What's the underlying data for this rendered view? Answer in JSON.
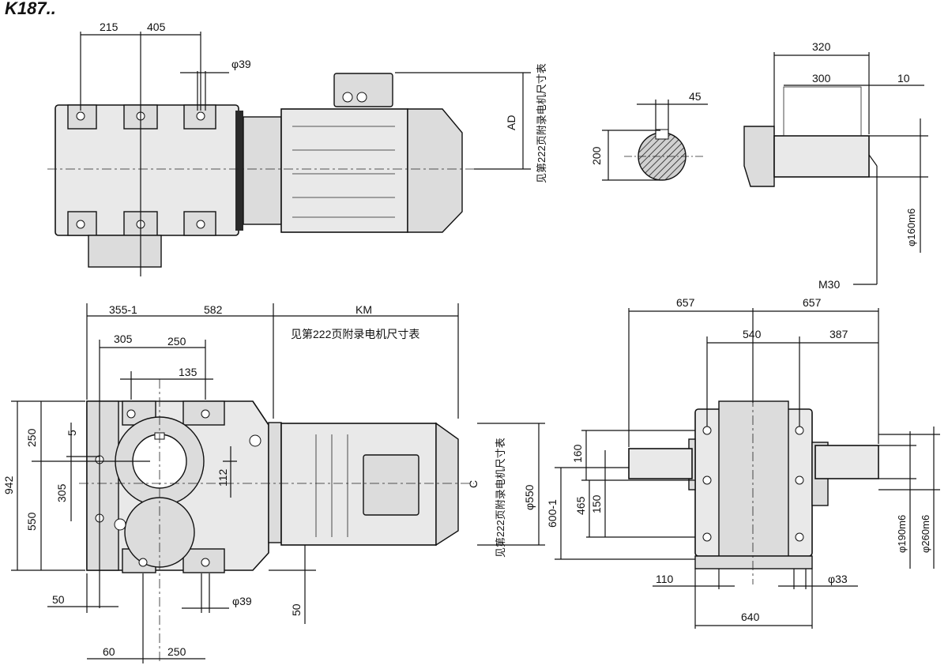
{
  "title": "K187..",
  "notes": {
    "motor_table": "见第222页附录电机尺寸表"
  },
  "top_view": {
    "d215": "215",
    "d405": "405",
    "phi39": "φ39",
    "AD": "AD"
  },
  "shaft_section": {
    "d45": "45",
    "d200": "200"
  },
  "shaft_side": {
    "d320": "320",
    "d300": "300",
    "d10": "10",
    "phi160": "φ160m6",
    "m30": "M30"
  },
  "front_view": {
    "d355": "355-1",
    "d582": "582",
    "KM": "KM",
    "d305": "305",
    "d250": "250",
    "d135": "135",
    "d942": "942",
    "v250": "250",
    "v5": "5",
    "v305": "305",
    "v550": "550",
    "d112": "112",
    "C": "C",
    "phi550": "φ550",
    "d50": "50",
    "phi39b": "φ39",
    "v50": "50",
    "d60": "60",
    "d250b": "250"
  },
  "end_view": {
    "d657a": "657",
    "d657b": "657",
    "d540": "540",
    "d387": "387",
    "d160": "160",
    "d600": "600-1",
    "d465": "465",
    "d150": "150",
    "phi190": "φ190m6",
    "phi260": "φ260m6",
    "d110": "110",
    "phi33": "φ33",
    "d640": "640"
  }
}
